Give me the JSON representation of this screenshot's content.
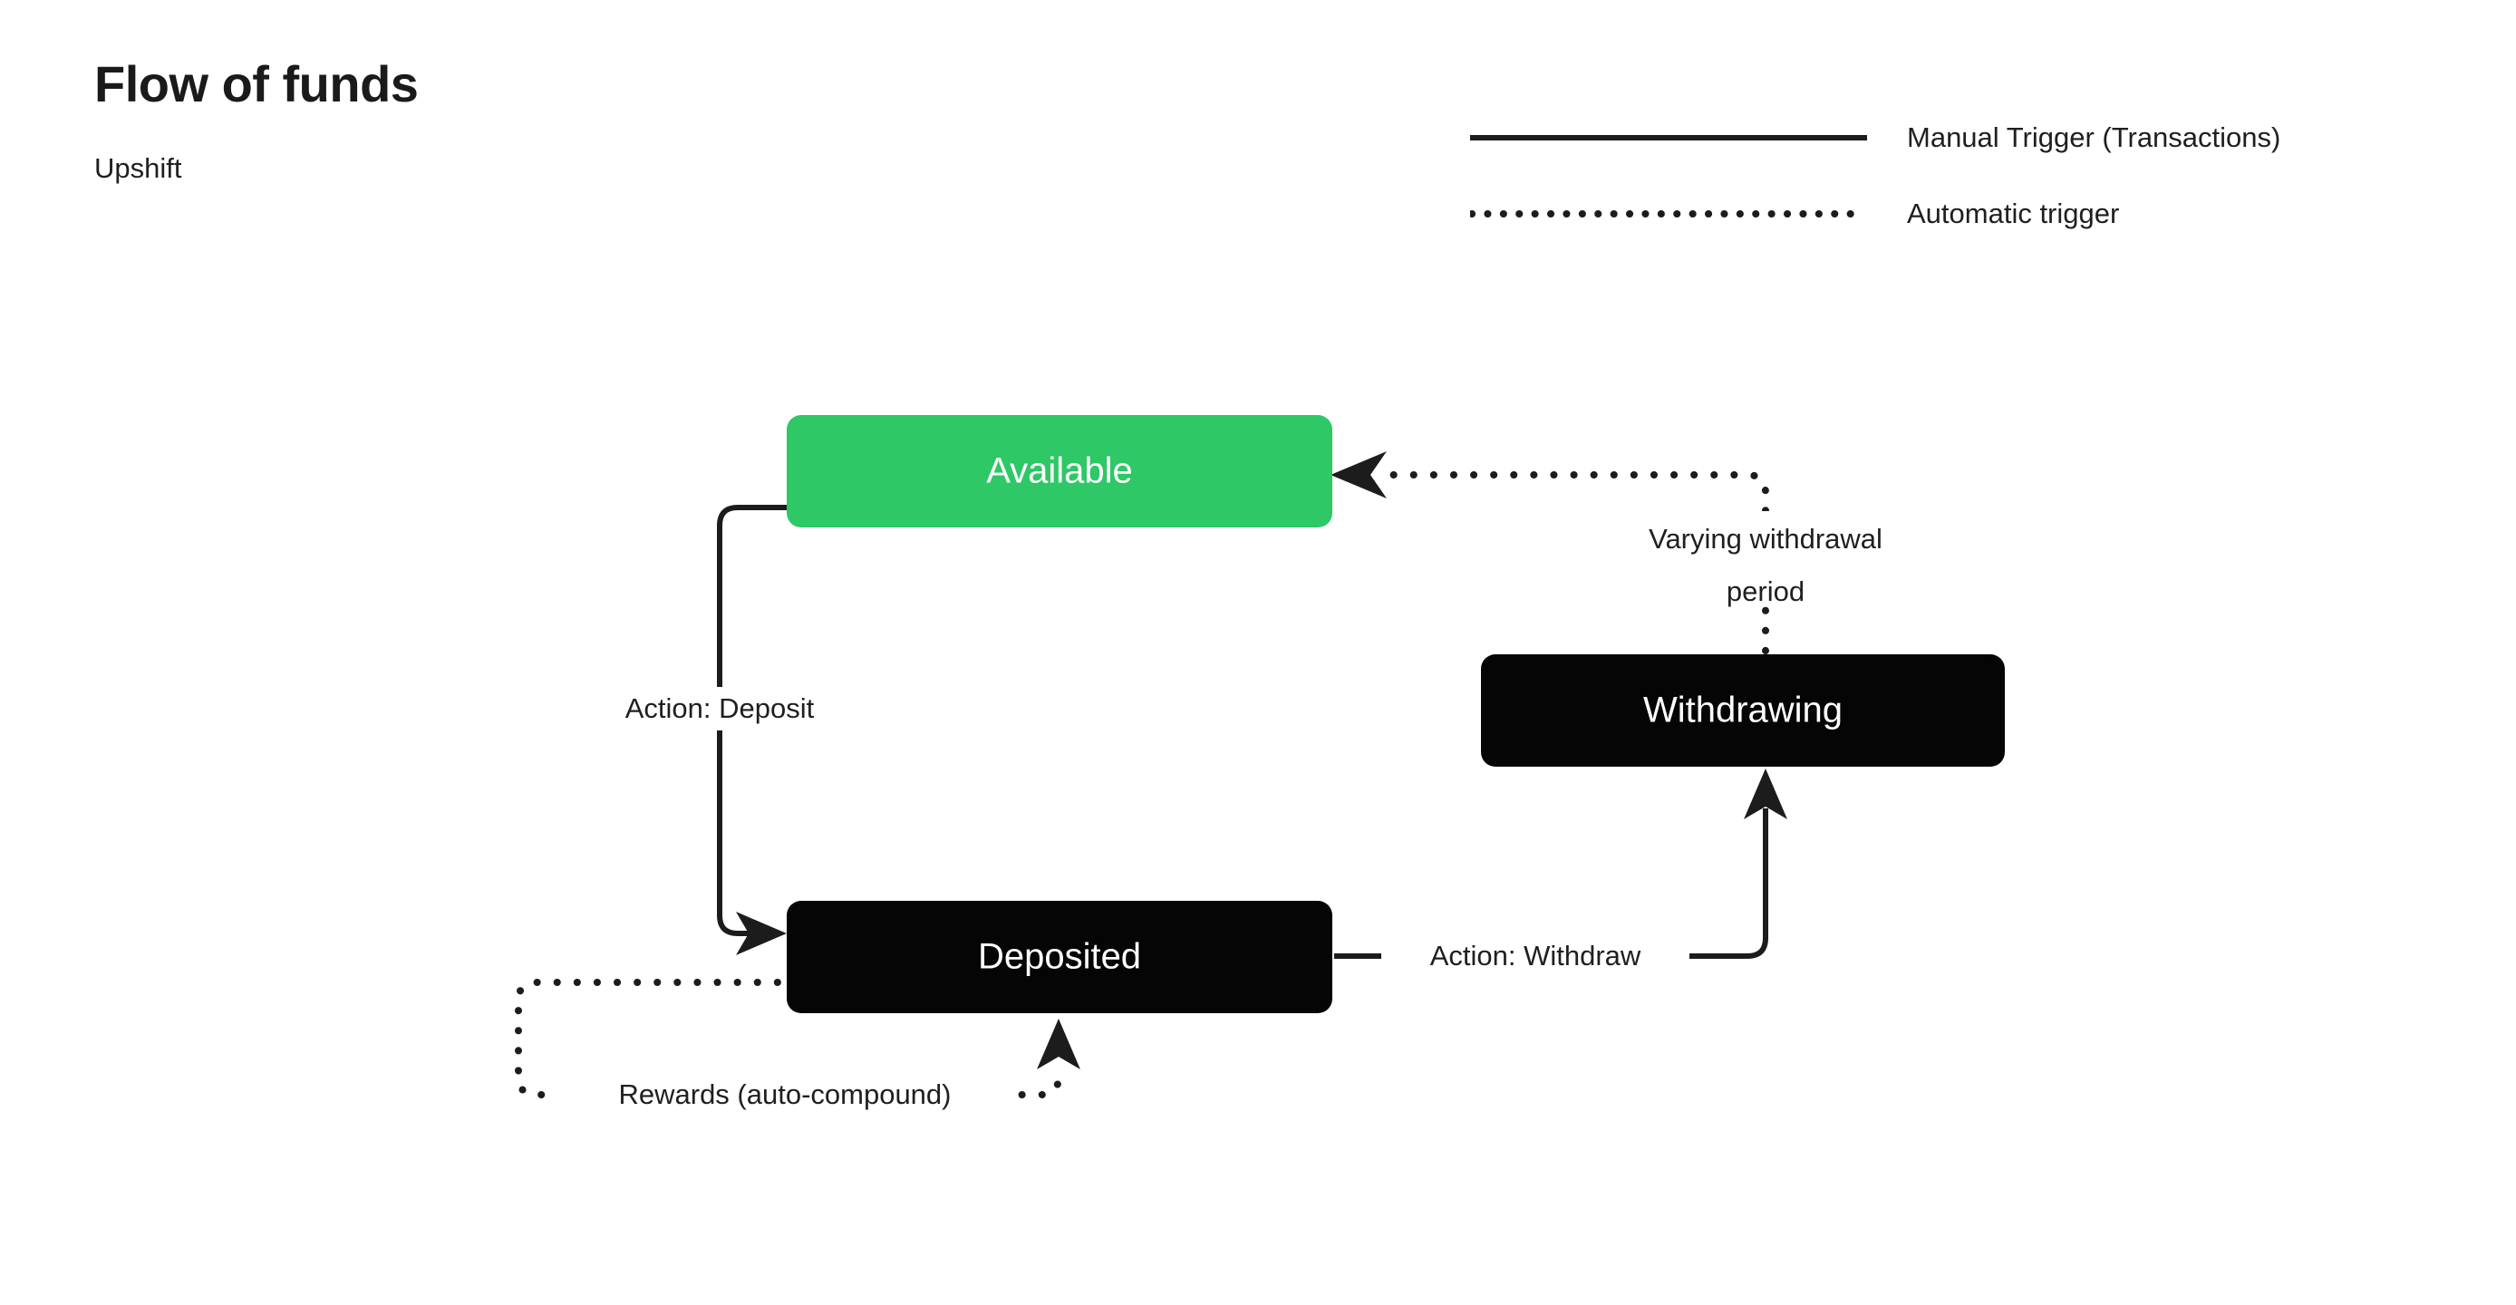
{
  "header": {
    "title": "Flow of funds",
    "subtitle": "Upshift"
  },
  "legend": {
    "items": [
      {
        "style": "solid",
        "label": "Manual Trigger (Transactions)"
      },
      {
        "style": "dotted",
        "label": "Automatic trigger"
      }
    ]
  },
  "diagram": {
    "type": "state-flow",
    "nodes": [
      {
        "id": "available",
        "label": "Available",
        "fill": "#2ec866",
        "text_color": "#ffffff"
      },
      {
        "id": "deposited",
        "label": "Deposited",
        "fill": "#050505",
        "text_color": "#ffffff"
      },
      {
        "id": "withdrawing",
        "label": "Withdrawing",
        "fill": "#050505",
        "text_color": "#ffffff"
      }
    ],
    "edges": [
      {
        "from": "available",
        "to": "deposited",
        "label": "Action: Deposit",
        "style": "solid",
        "trigger": "manual"
      },
      {
        "from": "deposited",
        "to": "withdrawing",
        "label": "Action: Withdraw",
        "style": "solid",
        "trigger": "manual"
      },
      {
        "from": "withdrawing",
        "to": "available",
        "label_line_1": "Varying withdrawal",
        "label_line_2": "period",
        "style": "dotted",
        "trigger": "automatic"
      },
      {
        "from": "deposited",
        "to": "deposited",
        "label": "Rewards (auto-compound)",
        "style": "dotted",
        "trigger": "automatic"
      }
    ]
  },
  "colors": {
    "accent_green": "#2ec866",
    "node_black": "#050505",
    "stroke": "#1c1c1c",
    "background": "#ffffff",
    "text": "#1f1f1f"
  }
}
